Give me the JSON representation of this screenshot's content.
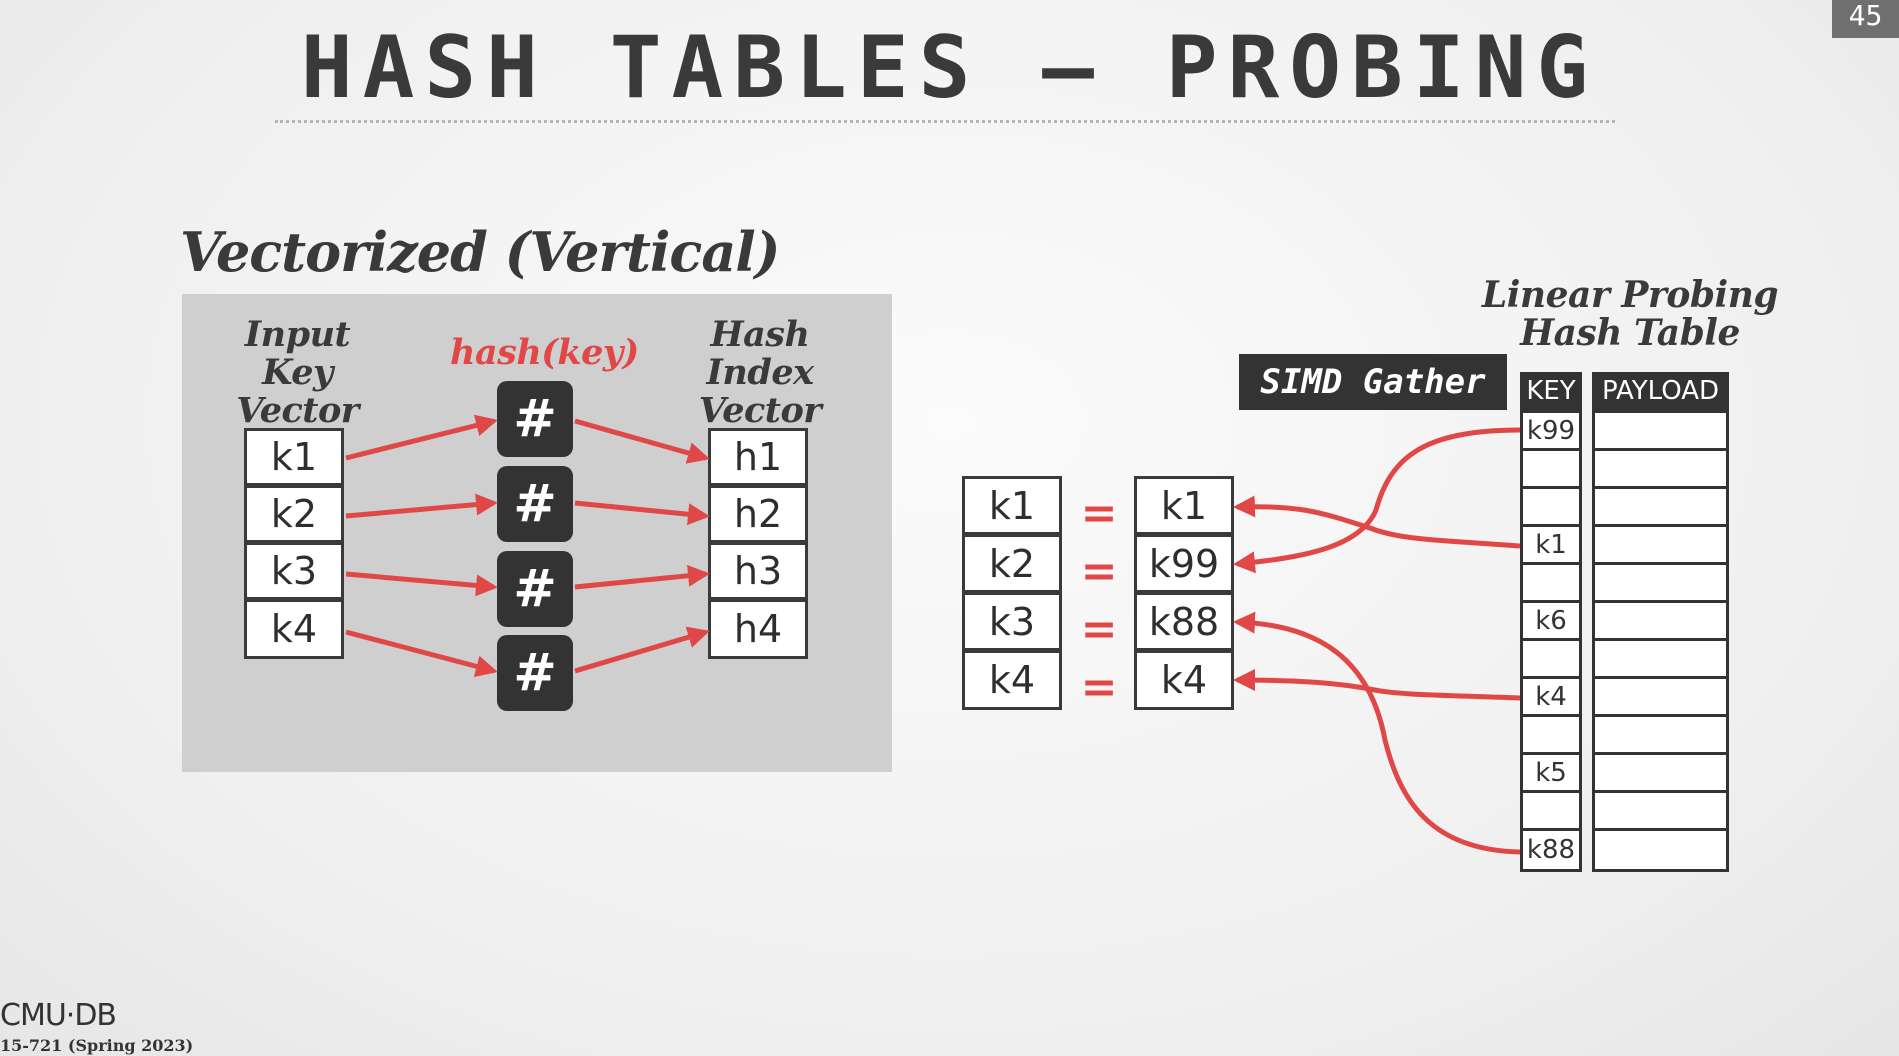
{
  "slide": {
    "title": "HASH TABLES – PROBING",
    "number": "45",
    "subheading": "Vectorized (Vertical)"
  },
  "left_panel": {
    "input_label": "Input Key\nVector",
    "hash_label": "hash(key)",
    "index_label": "Hash Index\nVector",
    "input_keys": [
      "k1",
      "k2",
      "k3",
      "k4"
    ],
    "hash_symbol": "#",
    "hash_indexes": [
      "h1",
      "h2",
      "h3",
      "h4"
    ]
  },
  "right_panel": {
    "simd_label": "SIMD Gather",
    "table_label": "Linear Probing\nHash Table",
    "compare_keys": [
      "k1",
      "k2",
      "k3",
      "k4"
    ],
    "equals_symbol": "=",
    "gathered_keys": [
      "k1",
      "k99",
      "k88",
      "k4"
    ],
    "table_headers": {
      "key": "KEY",
      "payload": "PAYLOAD"
    },
    "table_keys": [
      "k99",
      "",
      "",
      "k1",
      "",
      "k6",
      "",
      "k4",
      "",
      "k5",
      "",
      "k88"
    ]
  },
  "footer": {
    "logo": "CMU·DB",
    "course": "15-721 (Spring 2023)"
  },
  "colors": {
    "accent": "#e04848",
    "dark": "#333333",
    "panel": "#cfcfcf"
  }
}
